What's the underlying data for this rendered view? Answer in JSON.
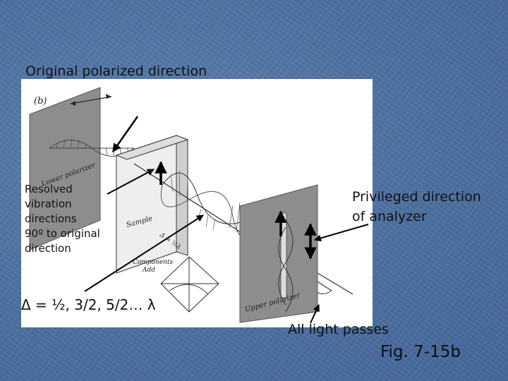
{
  "labels": {
    "title": "Original polarized direction",
    "resolved": "Resolved\nvibration\ndirections\n90º to original\ndirection",
    "privileged": "Privileged direction\nof analyzer",
    "delta": "Δ = ½, 3/2, 5/2… λ",
    "passes": "All light passes",
    "figure_ref": "Fig. 7-15b"
  },
  "figure": {
    "panel_letter": "(b)",
    "lower_polarizer": "Lower polarizer",
    "sample": "Sample",
    "retardation": "Δ = ½λ",
    "components_add": "Components\nAdd",
    "upper_polarizer": "Upper polarizer"
  },
  "colors": {
    "slide_background": "#4f73a3",
    "arrow": "#000000"
  }
}
